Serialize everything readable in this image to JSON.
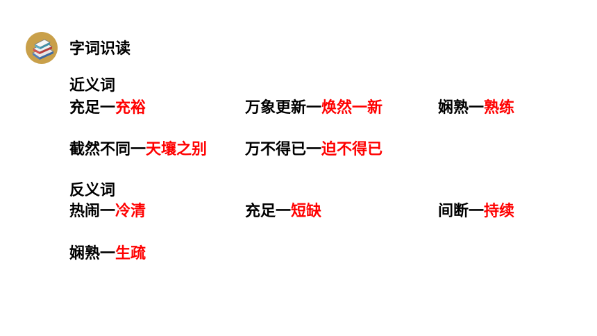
{
  "header": {
    "icon": "books-icon",
    "title": "字词识读"
  },
  "synonyms": {
    "label": "近义词",
    "pairs": [
      {
        "word": "充足一",
        "answer": "充裕"
      },
      {
        "word": "万象更新一",
        "answer": "焕然一新"
      },
      {
        "word": "娴熟一",
        "answer": "熟练"
      },
      {
        "word": "截然不同一",
        "answer": "天壤之别"
      },
      {
        "word": "万不得已一",
        "answer": "迫不得已"
      }
    ]
  },
  "antonyms": {
    "label": "反义词",
    "pairs": [
      {
        "word": "热闹一",
        "answer": "冷清"
      },
      {
        "word": "充足一",
        "answer": "短缺"
      },
      {
        "word": "间断一",
        "answer": "持续"
      },
      {
        "word": "娴熟一",
        "answer": "生疏"
      }
    ]
  },
  "colors": {
    "answer": "#ff0000",
    "text": "#000000",
    "badge": "#c9a04a"
  }
}
